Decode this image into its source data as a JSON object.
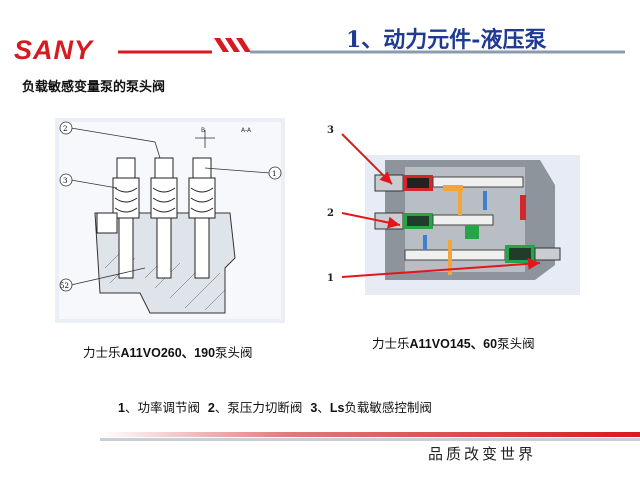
{
  "header": {
    "logo_text": "SANY",
    "title": "1、动力元件-液压泵",
    "brand_color": "#d71920",
    "title_color": "#1f3a93"
  },
  "subtitle": "负载敏感变量泵的泵头阀",
  "left_figure": {
    "callouts": [
      "2",
      "1",
      "3",
      "52"
    ],
    "section_label": "A-A",
    "section_mark": "B",
    "caption_prefix": "力士乐",
    "caption_model": "A11VO260、190",
    "caption_suffix": "泵头阀"
  },
  "right_figure": {
    "callouts": [
      "3",
      "2",
      "1"
    ],
    "caption_prefix": "力士乐",
    "caption_model": "A11VO145、60",
    "caption_suffix": "泵头阀"
  },
  "legend": {
    "item1_num": "1",
    "item1_text": "、功率调节阀",
    "item2_num": "2",
    "item2_text": "、泵压力切断阀",
    "item3_num": "3",
    "item3_ls": "Ls",
    "item3_text": "负载敏感控制阀"
  },
  "footer": {
    "slogan": "品质改变世界"
  }
}
